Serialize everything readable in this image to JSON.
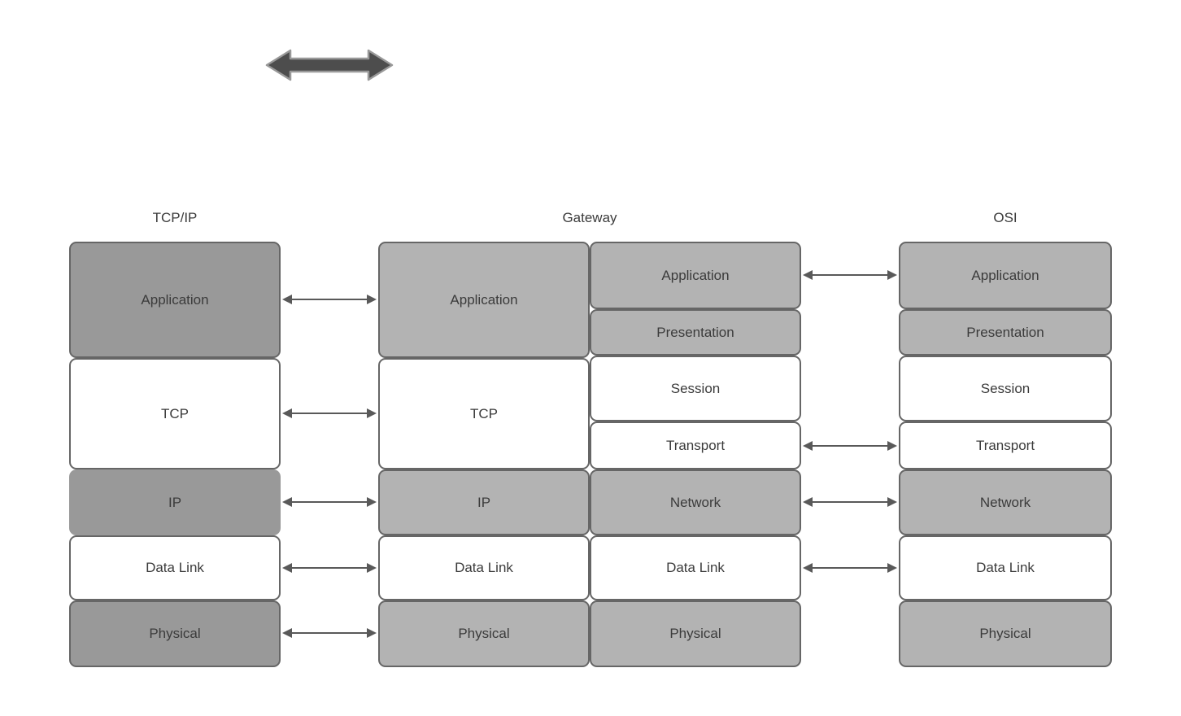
{
  "page": {
    "background": "#ffffff"
  },
  "legend_arrow": {
    "icon": "thick-double-arrow",
    "fill": "#4d4d4d",
    "stroke": "#999999"
  },
  "columns": {
    "tcpip": {
      "header": "TCP/IP",
      "layers": [
        {
          "label": "Application",
          "fill": "#999999"
        },
        {
          "label": "TCP",
          "fill": "#ffffff"
        },
        {
          "label": "IP",
          "fill": "#999999",
          "borderless": true
        },
        {
          "label": "Data Link",
          "fill": "#ffffff"
        },
        {
          "label": "Physical",
          "fill": "#999999"
        }
      ]
    },
    "gateway": {
      "header": "Gateway",
      "left_layers": [
        {
          "label": "Application",
          "fill": "#b3b3b3"
        },
        {
          "label": "TCP",
          "fill": "#ffffff"
        },
        {
          "label": "IP",
          "fill": "#b3b3b3"
        },
        {
          "label": "Data Link",
          "fill": "#ffffff"
        },
        {
          "label": "Physical",
          "fill": "#b3b3b3"
        }
      ],
      "right_layers": [
        {
          "label": "Application",
          "fill": "#b3b3b3"
        },
        {
          "label": "Presentation",
          "fill": "#b3b3b3"
        },
        {
          "label": "Session",
          "fill": "#ffffff"
        },
        {
          "label": "Transport",
          "fill": "#ffffff"
        },
        {
          "label": "Network",
          "fill": "#b3b3b3"
        },
        {
          "label": "Data Link",
          "fill": "#ffffff"
        },
        {
          "label": "Physical",
          "fill": "#b3b3b3"
        }
      ]
    },
    "osi": {
      "header": "OSI",
      "layers": [
        {
          "label": "Application",
          "fill": "#b3b3b3"
        },
        {
          "label": "Presentation",
          "fill": "#b3b3b3"
        },
        {
          "label": "Session",
          "fill": "#ffffff"
        },
        {
          "label": "Transport",
          "fill": "#ffffff"
        },
        {
          "label": "Network",
          "fill": "#b3b3b3"
        },
        {
          "label": "Data Link",
          "fill": "#ffffff"
        },
        {
          "label": "Physical",
          "fill": "#b3b3b3"
        }
      ]
    }
  },
  "connections": {
    "tcpip_to_gateway_rows": [
      "Application",
      "TCP",
      "IP",
      "Data Link",
      "Physical"
    ],
    "gateway_to_osi_rows": [
      "Application",
      "Transport",
      "Network",
      "Data Link"
    ]
  },
  "colors": {
    "box_border": "#666666",
    "arrow_line": "#595959",
    "text": "#3b3b3b",
    "dark_fill": "#999999",
    "light_fill": "#b3b3b3",
    "white_fill": "#ffffff"
  }
}
